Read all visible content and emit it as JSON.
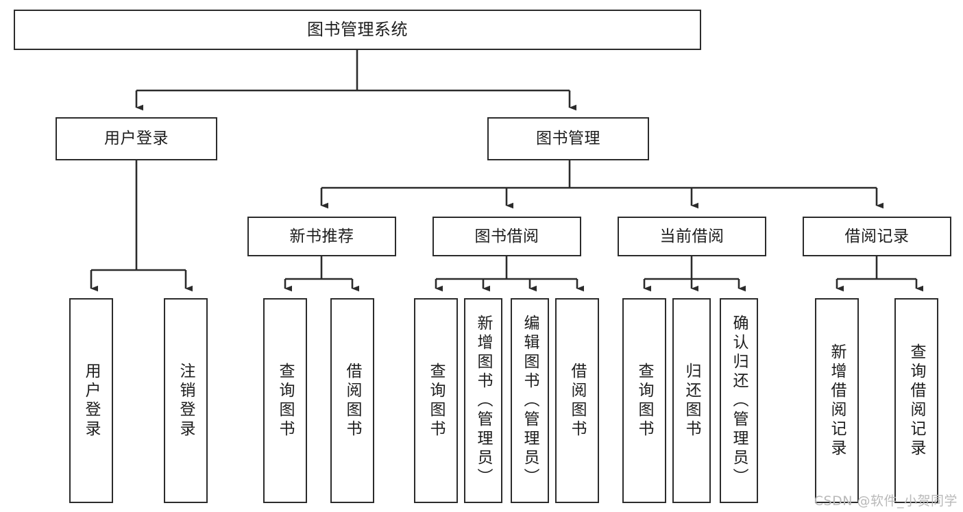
{
  "diagram": {
    "title": "图书管理系统",
    "type": "hierarchical-tree",
    "root": {
      "id": "root",
      "label": "图书管理系统"
    },
    "level2": [
      {
        "id": "user-login",
        "label": "用户登录"
      },
      {
        "id": "book-management",
        "label": "图书管理"
      }
    ],
    "level3": [
      {
        "id": "new-book-recommend",
        "label": "新书推荐",
        "parent": "book-management"
      },
      {
        "id": "book-borrow",
        "label": "图书借阅",
        "parent": "book-management"
      },
      {
        "id": "current-borrow",
        "label": "当前借阅",
        "parent": "book-management"
      },
      {
        "id": "borrow-record",
        "label": "借阅记录",
        "parent": "book-management"
      }
    ],
    "leaves": [
      {
        "id": "leaf-user-login",
        "label": "用户登录",
        "parent": "user-login"
      },
      {
        "id": "leaf-logout-login",
        "label": "注销登录",
        "parent": "user-login"
      },
      {
        "id": "leaf-query-book-1",
        "label": "查询图书",
        "parent": "new-book-recommend"
      },
      {
        "id": "leaf-borrow-book-1",
        "label": "借阅图书",
        "parent": "new-book-recommend"
      },
      {
        "id": "leaf-query-book-2",
        "label": "查询图书",
        "parent": "book-borrow"
      },
      {
        "id": "leaf-add-book",
        "label": "新增图书（管理员）",
        "parent": "book-borrow"
      },
      {
        "id": "leaf-edit-book",
        "label": "编辑图书（管理员）",
        "parent": "book-borrow"
      },
      {
        "id": "leaf-borrow-book-2",
        "label": "借阅图书",
        "parent": "book-borrow"
      },
      {
        "id": "leaf-query-book-3",
        "label": "查询图书",
        "parent": "current-borrow"
      },
      {
        "id": "leaf-return-book",
        "label": "归还图书",
        "parent": "current-borrow"
      },
      {
        "id": "leaf-confirm-return",
        "label": "确认归还（管理员）",
        "parent": "current-borrow"
      },
      {
        "id": "leaf-add-record",
        "label": "新增借阅记录",
        "parent": "borrow-record"
      },
      {
        "id": "leaf-query-record",
        "label": "查询借阅记录",
        "parent": "borrow-record"
      }
    ]
  },
  "watermark": {
    "text": "CSDN @软件_小贺同学"
  },
  "colors": {
    "border": "#2b2b2b",
    "text": "#1d1d1d",
    "background": "#ffffff",
    "watermark": "#b9b9b9"
  }
}
